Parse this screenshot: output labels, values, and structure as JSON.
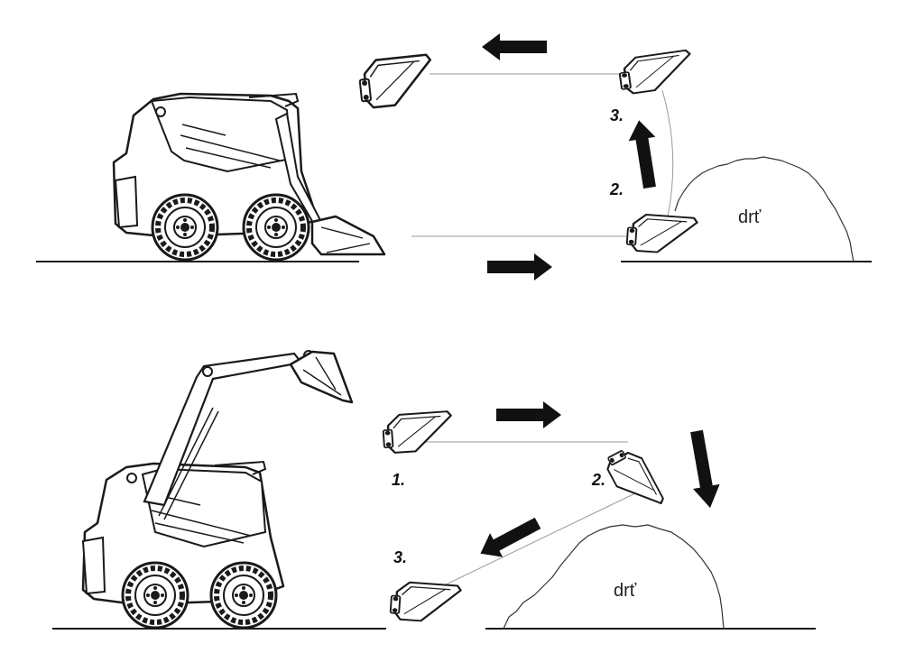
{
  "top_panel": {
    "material_label": "drť",
    "step_labels": [
      "3.",
      "2."
    ]
  },
  "bottom_panel": {
    "material_label": "drť",
    "step_labels": [
      "1.",
      "2.",
      "3."
    ]
  },
  "colors": {
    "ink": "#1a1a1a",
    "guide_line": "#9a9a9a",
    "arrow": "#111111",
    "background": "#ffffff"
  },
  "icons": [
    "skid-steer-loader-icon",
    "bucket-icon",
    "arrow-icon",
    "wheel-icon"
  ]
}
